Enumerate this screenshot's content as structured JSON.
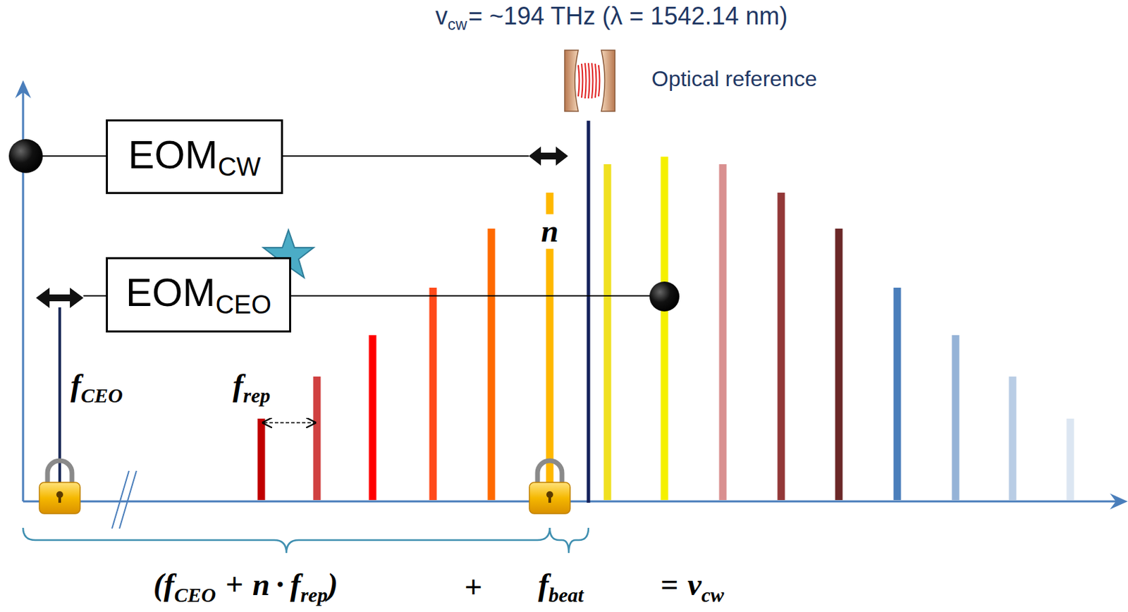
{
  "diagram": {
    "nodes": [
      {
        "text": [
          "EOM",
          "CW"
        ]
      },
      {
        "text": [
          "EOM",
          "CEO"
        ]
      }
    ],
    "labels": [
      "v",
      "cw",
      "= ~194 THz (λ = 1542.14 nm)",
      "Optical reference",
      "n",
      "f",
      "CEO",
      "f",
      "rep",
      "(",
      "f",
      "CEO",
      "+",
      "n",
      "·",
      "f",
      "rep",
      ")",
      "+",
      "f",
      "beat",
      "=",
      "v",
      "cw"
    ]
  }
}
